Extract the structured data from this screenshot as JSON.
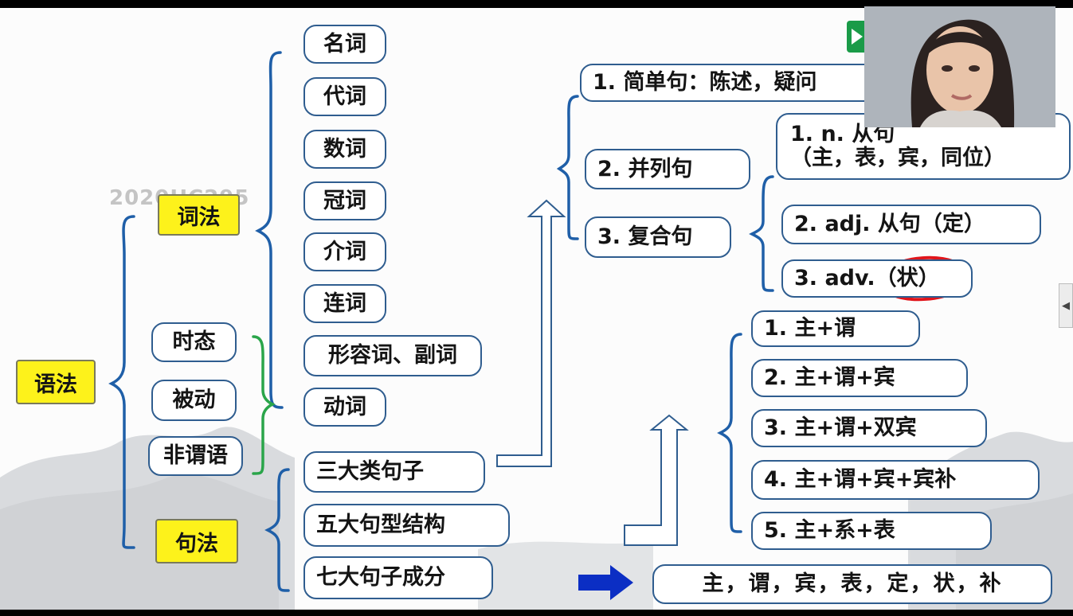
{
  "watermark": "2020HC295",
  "root": "语法",
  "categories": {
    "lexicon": "词法",
    "syntax": "句法"
  },
  "word_classes": [
    "名词",
    "代词",
    "数词",
    "冠词",
    "介词",
    "连词",
    "形容词、副词",
    "动词"
  ],
  "verb_topics": [
    "时态",
    "被动",
    "非谓语"
  ],
  "syntax_items": [
    "三大类句子",
    "五大句型结构",
    "七大句子成分"
  ],
  "sentence_types": {
    "simple": "1. 简单句：陈述，疑问",
    "compound": "2. 并列句",
    "complex": "3. 复合句"
  },
  "clauses": {
    "noun_line1": "1.  n. 从句",
    "noun_line2": "（主，表，宾，同位）",
    "adj": "2. adj. 从句（定）",
    "adv": "3.  adv.（状）"
  },
  "patterns": [
    "1. 主+谓",
    "2. 主+谓+宾",
    "3. 主+谓+双宾",
    "4. 主+谓+宾+宾补",
    "5. 主+系+表"
  ],
  "components": "主，谓，宾，表，定，状，补",
  "colors": {
    "box_border": "#2f5d8f",
    "brace_blue": "#1f5fa8",
    "brace_green": "#2aa54a",
    "label_yellow": "#fdf21b",
    "arrow_blue": "#0b2ec4",
    "annotation_red": "#e0151b"
  },
  "side_tab_icon": "chevron-left-icon",
  "webcam_icon": "presenter-video-icon"
}
